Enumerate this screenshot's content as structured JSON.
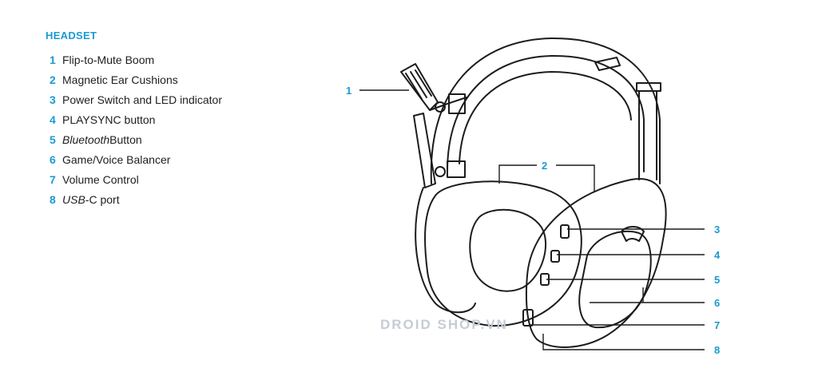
{
  "heading": "HEADSET",
  "accent_color": "#1a9bd1",
  "line_color": "#1c1c1c",
  "legend": [
    {
      "num": "1",
      "label": "Flip-to-Mute Boom",
      "italic_prefix": ""
    },
    {
      "num": "2",
      "label": "Magnetic Ear Cushions",
      "italic_prefix": ""
    },
    {
      "num": "3",
      "label": "Power Switch and LED indicator",
      "italic_prefix": ""
    },
    {
      "num": "4",
      "label": "PLAYSYNC button",
      "italic_prefix": ""
    },
    {
      "num": "5",
      "label": " Button",
      "italic_prefix": "Bluetooth"
    },
    {
      "num": "6",
      "label": "Game/Voice Balancer",
      "italic_prefix": ""
    },
    {
      "num": "7",
      "label": "Volume Control",
      "italic_prefix": ""
    },
    {
      "num": "8",
      "label": "-C port",
      "italic_prefix": "USB"
    }
  ],
  "callouts": [
    "1",
    "2",
    "3",
    "4",
    "5",
    "6",
    "7",
    "8"
  ],
  "watermark": "DROID SHOP.VN"
}
